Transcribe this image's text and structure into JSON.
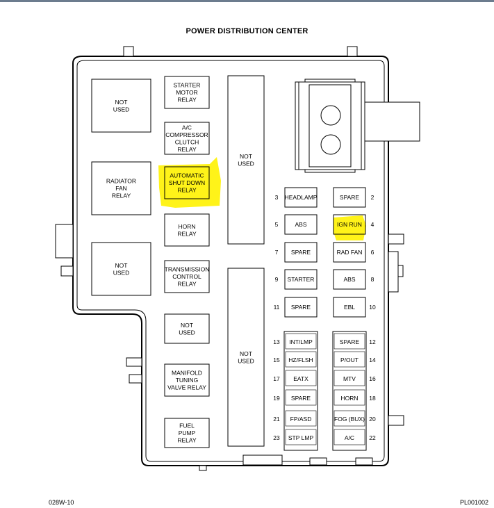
{
  "title": "POWER DISTRIBUTION CENTER",
  "footer": {
    "left": "028W-10",
    "right": "PL001002"
  },
  "highlight_color": "#fff200",
  "relays": {
    "not_used_top": [
      "NOT",
      "USED"
    ],
    "starter_motor": [
      "STARTER",
      "MOTOR",
      "RELAY"
    ],
    "ac_compressor": [
      "A/C",
      "COMPRESSOR",
      "CLUTCH",
      "RELAY"
    ],
    "radiator_fan": [
      "RADIATOR",
      "FAN",
      "RELAY"
    ],
    "auto_shutdown": [
      "AUTOMATIC",
      "SHUT DOWN",
      "RELAY"
    ],
    "horn": [
      "HORN",
      "RELAY"
    ],
    "not_used_mid": [
      "NOT",
      "USED"
    ],
    "transmission": [
      "TRANSMISSION",
      "CONTROL",
      "RELAY"
    ],
    "not_used_low": [
      "NOT",
      "USED"
    ],
    "manifold": [
      "MANIFOLD",
      "TUNING",
      "VALVE RELAY"
    ],
    "fuel_pump": [
      "FUEL",
      "PUMP",
      "RELAY"
    ]
  },
  "cavities": {
    "upper": [
      "NOT",
      "USED"
    ],
    "lower": [
      "NOT",
      "USED"
    ]
  },
  "left_fuses": [
    {
      "num": "3",
      "label": "HEADLAMP"
    },
    {
      "num": "5",
      "label": "ABS"
    },
    {
      "num": "7",
      "label": "SPARE"
    },
    {
      "num": "9",
      "label": "STARTER"
    },
    {
      "num": "11",
      "label": "SPARE"
    },
    {
      "num": "13",
      "label": "INT/LMP"
    },
    {
      "num": "15",
      "label": "HZ/FLSH"
    },
    {
      "num": "17",
      "label": "EATX"
    },
    {
      "num": "19",
      "label": "SPARE"
    },
    {
      "num": "21",
      "label": "FP/ASD"
    },
    {
      "num": "23",
      "label": "STP LMP"
    }
  ],
  "right_fuses": [
    {
      "num": "2",
      "label": "SPARE"
    },
    {
      "num": "4",
      "label": "IGN RUN"
    },
    {
      "num": "6",
      "label": "RAD FAN"
    },
    {
      "num": "8",
      "label": "ABS"
    },
    {
      "num": "10",
      "label": "EBL"
    },
    {
      "num": "12",
      "label": "SPARE"
    },
    {
      "num": "14",
      "label": "P/OUT"
    },
    {
      "num": "16",
      "label": "MTV"
    },
    {
      "num": "18",
      "label": "HORN"
    },
    {
      "num": "20",
      "label": "FOG (BUX)"
    },
    {
      "num": "22",
      "label": "A/C"
    }
  ]
}
